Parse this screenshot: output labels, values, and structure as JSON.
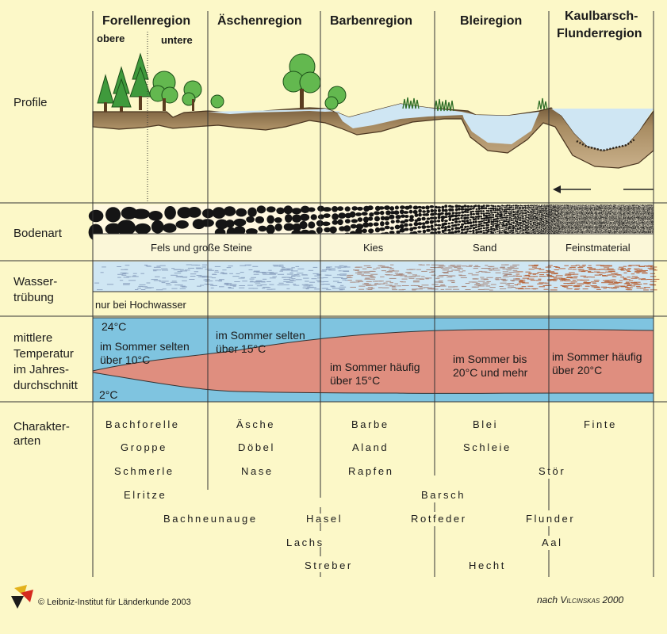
{
  "regions": {
    "forelle": "Forellenregion",
    "forelle_obere": "obere",
    "forelle_untere": "untere",
    "aesche": "Äschenregion",
    "barbe": "Barbenregion",
    "blei": "Bleiregion",
    "kaul1": "Kaulbarsch-",
    "kaul2": "Flunderregion"
  },
  "row_labels": {
    "profile": "Profile",
    "bodenart": "Bodenart",
    "wasser1": "Wasser-",
    "wasser2": "trübung",
    "temp1": "mittlere",
    "temp2": "Temperatur",
    "temp3": "im Jahres-",
    "temp4": "durchschnitt",
    "char1": "Charakter-",
    "char2": "arten"
  },
  "soil": {
    "fels": "Fels und große Steine",
    "kies": "Kies",
    "sand": "Sand",
    "fein": "Feinstmaterial"
  },
  "turbidity_note": "nur bei Hochwasser",
  "temperature": {
    "max": "24°C",
    "min": "2°C",
    "t1a": "im Sommer selten",
    "t1b": "über 10°C",
    "t2a": "im Sommer selten",
    "t2b": "über 15°C",
    "t3a": "im Sommer häufig",
    "t3b": "über 15°C",
    "t4a": "im Sommer bis",
    "t4b": "20°C und mehr",
    "t5a": "im Sommer häufig",
    "t5b": "über 20°C"
  },
  "species": {
    "bachforelle": "Bachforelle",
    "groppe": "Groppe",
    "schmerle": "Schmerle",
    "elritze": "Elritze",
    "bachneunauge": "Bachneunauge",
    "aesche": "Äsche",
    "doebel": "Döbel",
    "nase": "Nase",
    "barbe": "Barbe",
    "aland": "Aland",
    "rapfen": "Rapfen",
    "hasel": "Hasel",
    "lachs": "Lachs",
    "streber": "Streber",
    "blei": "Blei",
    "schleie": "Schleie",
    "barsch": "Barsch",
    "rotfeder": "Rotfeder",
    "hecht": "Hecht",
    "finte": "Finte",
    "stoer": "Stör",
    "flunder": "Flunder",
    "aal": "Aal"
  },
  "footer": {
    "copyright": "© Leibniz-Institut für Länderkunde 2003",
    "source_prefix": "nach ",
    "source_author": "Vilcinskas",
    "source_year": " 2000"
  },
  "colors": {
    "background": "#fcf8c8",
    "water": "#cfe6f3",
    "cold": "#7fc4e0",
    "warm": "#df8e7f",
    "soil": "#9b7e57"
  }
}
